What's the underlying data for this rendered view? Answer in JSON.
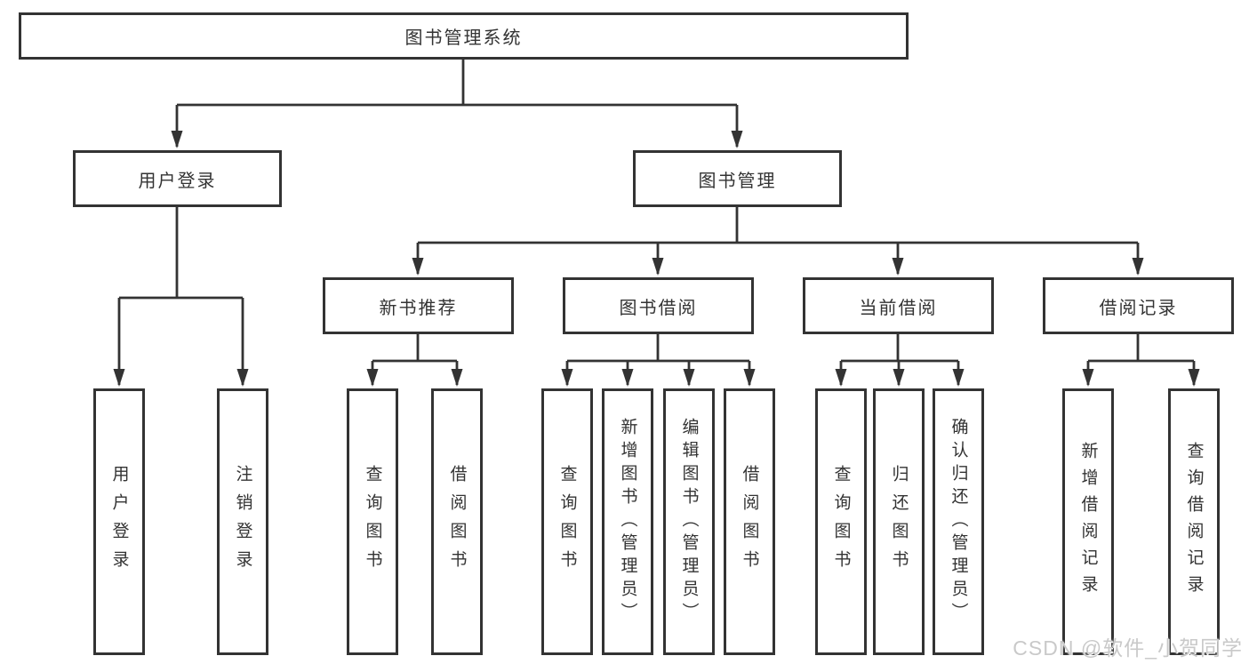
{
  "colors": {
    "line": "#333333",
    "box_border": "#333333",
    "text": "#333333",
    "background": "#ffffff",
    "watermark": "#c9c9c9"
  },
  "watermark": {
    "text": "CSDN @软件_小贺同学"
  },
  "tree": {
    "root": {
      "label": "图书管理系统"
    },
    "branches": [
      {
        "label": "用户登录",
        "children": [
          {
            "label": "用户登录"
          },
          {
            "label": "注销登录"
          }
        ]
      },
      {
        "label": "图书管理",
        "children": [
          {
            "label": "新书推荐",
            "children": [
              {
                "label": "查询图书"
              },
              {
                "label": "借阅图书"
              }
            ]
          },
          {
            "label": "图书借阅",
            "children": [
              {
                "label": "查询图书"
              },
              {
                "label": "新增图书（管理员）"
              },
              {
                "label": "编辑图书（管理员）"
              },
              {
                "label": "借阅图书"
              }
            ]
          },
          {
            "label": "当前借阅",
            "children": [
              {
                "label": "查询图书"
              },
              {
                "label": "归还图书"
              },
              {
                "label": "确认归还（管理员）"
              }
            ]
          },
          {
            "label": "借阅记录",
            "children": [
              {
                "label": "新增借阅记录"
              },
              {
                "label": "查询借阅记录"
              }
            ]
          }
        ]
      }
    ]
  }
}
